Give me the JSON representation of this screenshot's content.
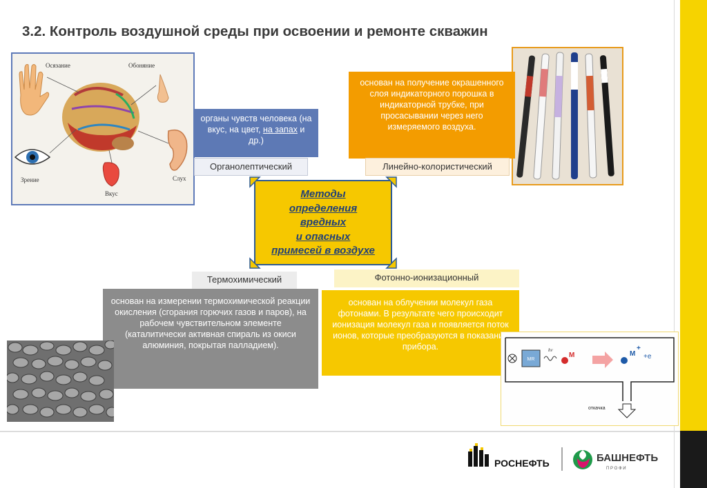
{
  "title": "3.2. Контроль воздушной среды при освоении и ремонте скважин",
  "center": {
    "lines": [
      "Методы",
      "определения",
      "вредных",
      "и опасных",
      "примесей в воздухе"
    ]
  },
  "organoleptic": {
    "label": "Органолептический",
    "desc_pre": "органы чувств человека (на вкус, на цвет, ",
    "desc_link": "на запах",
    "desc_post": " и др.)"
  },
  "linear": {
    "label": "Линейно-колористический",
    "desc": "основан на получение окрашенного слоя индикаторного порошка в индикаторной трубке, при просасывании через него измеряемого воздуха."
  },
  "thermo": {
    "label": "Термохимический",
    "desc": "основан на измерении термохимической реакции окисления (сгорания горючих газов и паров), на рабочем чувствительном элементе (каталитически активная спираль из окиси алюминия, покрытая палладием)."
  },
  "photo": {
    "label": "Фотонно-ионизационный",
    "desc": "основан на облучении молекул газа фотонами. В результате чего происходит ионизация молекул газа и появляется поток ионов, которые преобразуются в показания прибора."
  },
  "senses_labels": {
    "touch": "Осязание",
    "smell": "Обоняние",
    "sight": "Зрение",
    "taste": "Вкус",
    "hearing": "Слух"
  },
  "diagram": {
    "lamp": "MR",
    "hv": "hv",
    "m": "M",
    "ion": "M",
    "plus": "+",
    "e": "+e",
    "exhaust": "откачка"
  },
  "logos": {
    "rosneft": "РОСНЕФТЬ",
    "bashneft": "БАШНЕФТЬ",
    "bashneft_sub": "П Р О Ф И"
  },
  "colors": {
    "accent_yellow": "#f6d300",
    "blue_box": "#5d79b5",
    "orange_box": "#f39c00",
    "gray_box": "#8c8c8c",
    "center_border": "#2d5a94"
  }
}
